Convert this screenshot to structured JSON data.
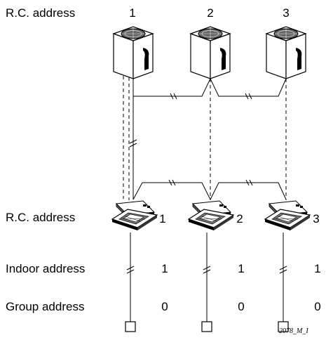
{
  "labels": {
    "rc_address_top": "R.C. address",
    "rc_address_indoor": "R.C. address",
    "indoor_address": "Indoor address",
    "group_address": "Group address"
  },
  "outdoor_units": [
    {
      "rc_address": "1"
    },
    {
      "rc_address": "2"
    },
    {
      "rc_address": "3"
    }
  ],
  "indoor_units": [
    {
      "rc_address": "1",
      "indoor_address": "1",
      "group_address": "0"
    },
    {
      "rc_address": "2",
      "indoor_address": "1",
      "group_address": "0"
    },
    {
      "rc_address": "3",
      "indoor_address": "1",
      "group_address": "0"
    }
  ],
  "reference": "2078_M_I",
  "colors": {
    "line": "#000000",
    "unit_body": "#ffffff",
    "fan": "#555555"
  }
}
